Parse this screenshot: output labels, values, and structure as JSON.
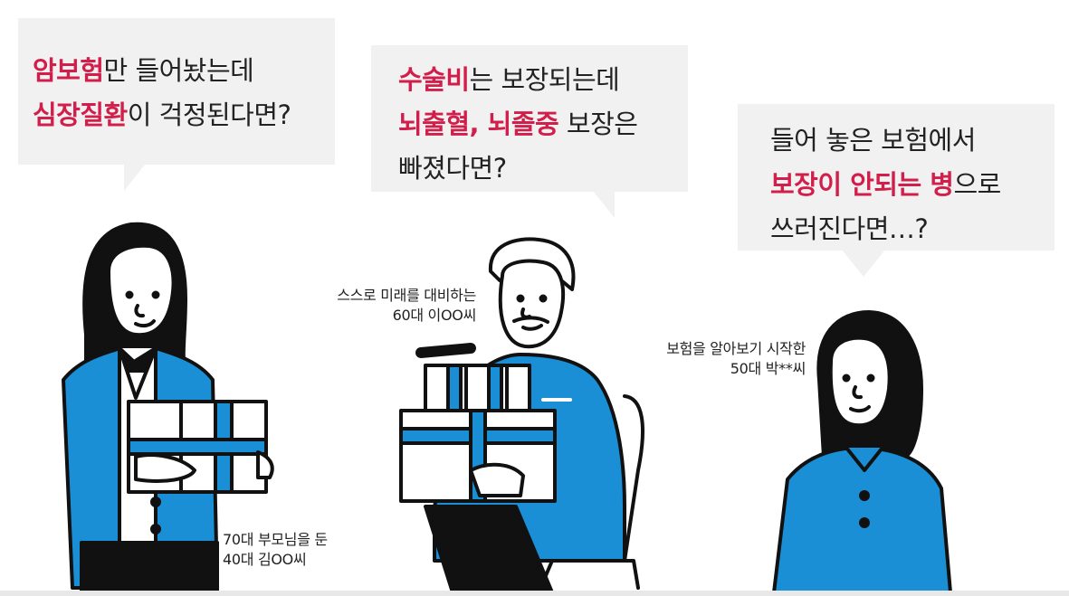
{
  "bubble_left": {
    "line1_highlight": "암보험",
    "line1_rest": "만 들어놨는데",
    "line2_highlight": "심장질환",
    "line2_rest": "이 걱정된다면?"
  },
  "bubble_middle": {
    "line1_highlight": "수술비",
    "line1_rest": "는 보장되는데",
    "line2_highlight": "뇌출혈, 뇌졸중",
    "line2_rest": " 보장은",
    "line3": "빠졌다면?"
  },
  "bubble_right": {
    "line1": "들어 놓은 보험에서",
    "line2_highlight": "보장이 안되는 병",
    "line2_rest": "으로",
    "line3": "쓰러진다면…?"
  },
  "caption_left": {
    "line1": "70대 부모님을 둔",
    "line2": "40대 김OO씨"
  },
  "caption_middle": {
    "line1": "스스로 미래를 대비하는",
    "line2": "60대 이OO씨"
  },
  "caption_right": {
    "line1": "보험을 알아보기 시작한",
    "line2": "50대 박**씨"
  },
  "colors": {
    "highlight": "#d21e4b",
    "clothing_blue": "#1a8fd6",
    "bubble_bg": "#f1f1f1",
    "outline": "#111111"
  }
}
